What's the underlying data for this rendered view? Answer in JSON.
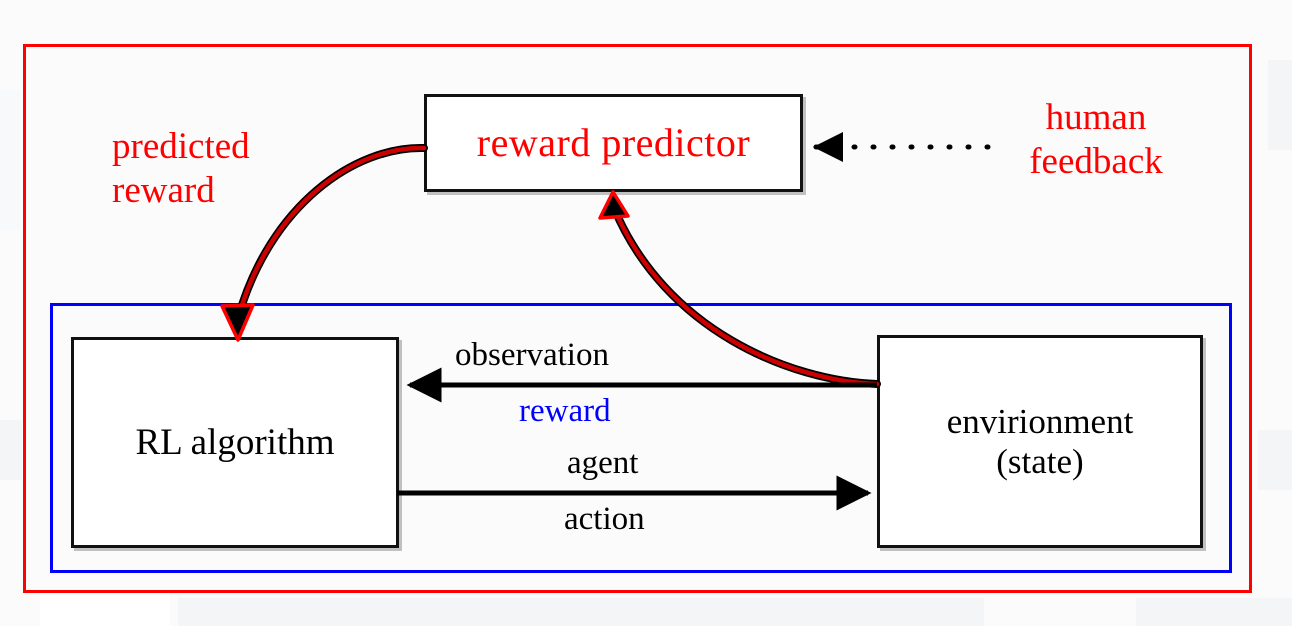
{
  "figure": {
    "title": "RLHF reinforcement learning from human feedback loop diagram",
    "background": "#ffffff",
    "frames": {
      "outer": {
        "name": "rlhf-boundary",
        "color": "#ff0000"
      },
      "inner": {
        "name": "rl-loop-boundary",
        "color": "#0000ff"
      }
    }
  },
  "nodes": [
    {
      "id": "reward-predictor",
      "label": "reward  predictor",
      "color": "#ff0000"
    },
    {
      "id": "rl-algorithm",
      "label": "RL  algorithm",
      "color": "#000000"
    },
    {
      "id": "environment",
      "label_line1": "envirionment",
      "label_line2": "(state)",
      "color": "#000000"
    }
  ],
  "labels": {
    "predicted_reward": "predicted\nreward",
    "human_feedback": "human\nfeedback",
    "observation": "observation",
    "reward": "reward",
    "agent": "agent",
    "action": "action"
  },
  "colors": {
    "red": "#ff0000",
    "blue": "#0000ff",
    "black": "#000000",
    "box_border": "#111111"
  },
  "edges": [
    {
      "id": "predicted-reward-edge",
      "from": "reward-predictor",
      "to": "rl-algorithm",
      "style": "curved",
      "stroke": "#ff0000",
      "outline": "#000000",
      "label": "predicted reward"
    },
    {
      "id": "reward-signal-edge",
      "from": "environment",
      "to": "reward-predictor",
      "style": "curved",
      "stroke": "#ff0000",
      "outline": "#000000"
    },
    {
      "id": "human-feedback-edge",
      "from": "human feedback",
      "to": "reward-predictor",
      "style": "dotted",
      "stroke": "#000000",
      "label": "human feedback"
    },
    {
      "id": "observation-reward-edge",
      "from": "environment",
      "to": "rl-algorithm",
      "style": "straight",
      "stroke": "#000000",
      "label": "observation / reward"
    },
    {
      "id": "agent-action-edge",
      "from": "rl-algorithm",
      "to": "environment",
      "style": "straight",
      "stroke": "#000000",
      "label": "agent / action"
    }
  ]
}
